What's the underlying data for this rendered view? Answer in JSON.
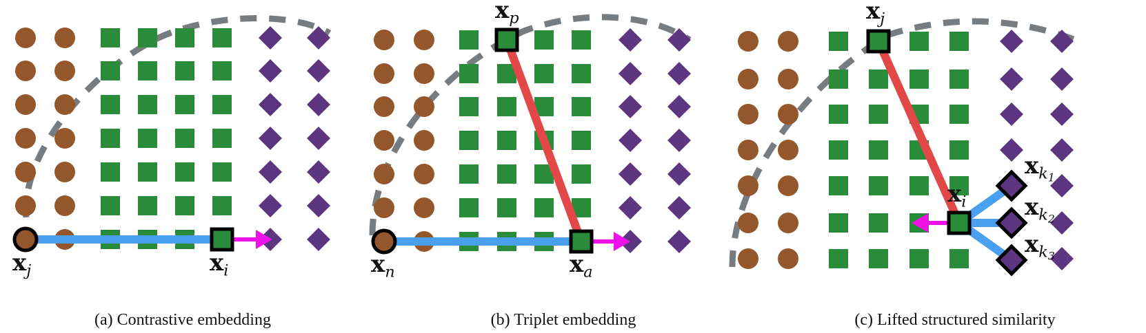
{
  "colors": {
    "circle": "#94562b",
    "square": "#2a8b3a",
    "diamond": "#5c3680",
    "boundary": "#777c80",
    "negative_edge": "#4aa0ef",
    "positive_edge": "#e24848",
    "gradient_arrow": "#ef10ea",
    "outline": "#000000"
  },
  "panels": [
    {
      "caption": "(a) Contrastive embedding",
      "labels": {
        "xi": {
          "main": "x",
          "sub": "i"
        },
        "xj": {
          "main": "x",
          "sub": "j"
        }
      }
    },
    {
      "caption": "(b) Triplet embedding",
      "labels": {
        "xp": {
          "main": "x",
          "sub": "p"
        },
        "xa": {
          "main": "x",
          "sub": "a"
        },
        "xn": {
          "main": "x",
          "sub": "n"
        }
      }
    },
    {
      "caption": "(c) Lifted structured similarity",
      "labels": {
        "xj": {
          "main": "x",
          "sub": "j"
        },
        "xi": {
          "main": "x",
          "sub": "i"
        },
        "xk1": {
          "main": "x",
          "sub": "k",
          "subsub": "1"
        },
        "xk2": {
          "main": "x",
          "sub": "k",
          "subsub": "2"
        },
        "xk3": {
          "main": "x",
          "sub": "k",
          "subsub": "3"
        }
      }
    }
  ]
}
